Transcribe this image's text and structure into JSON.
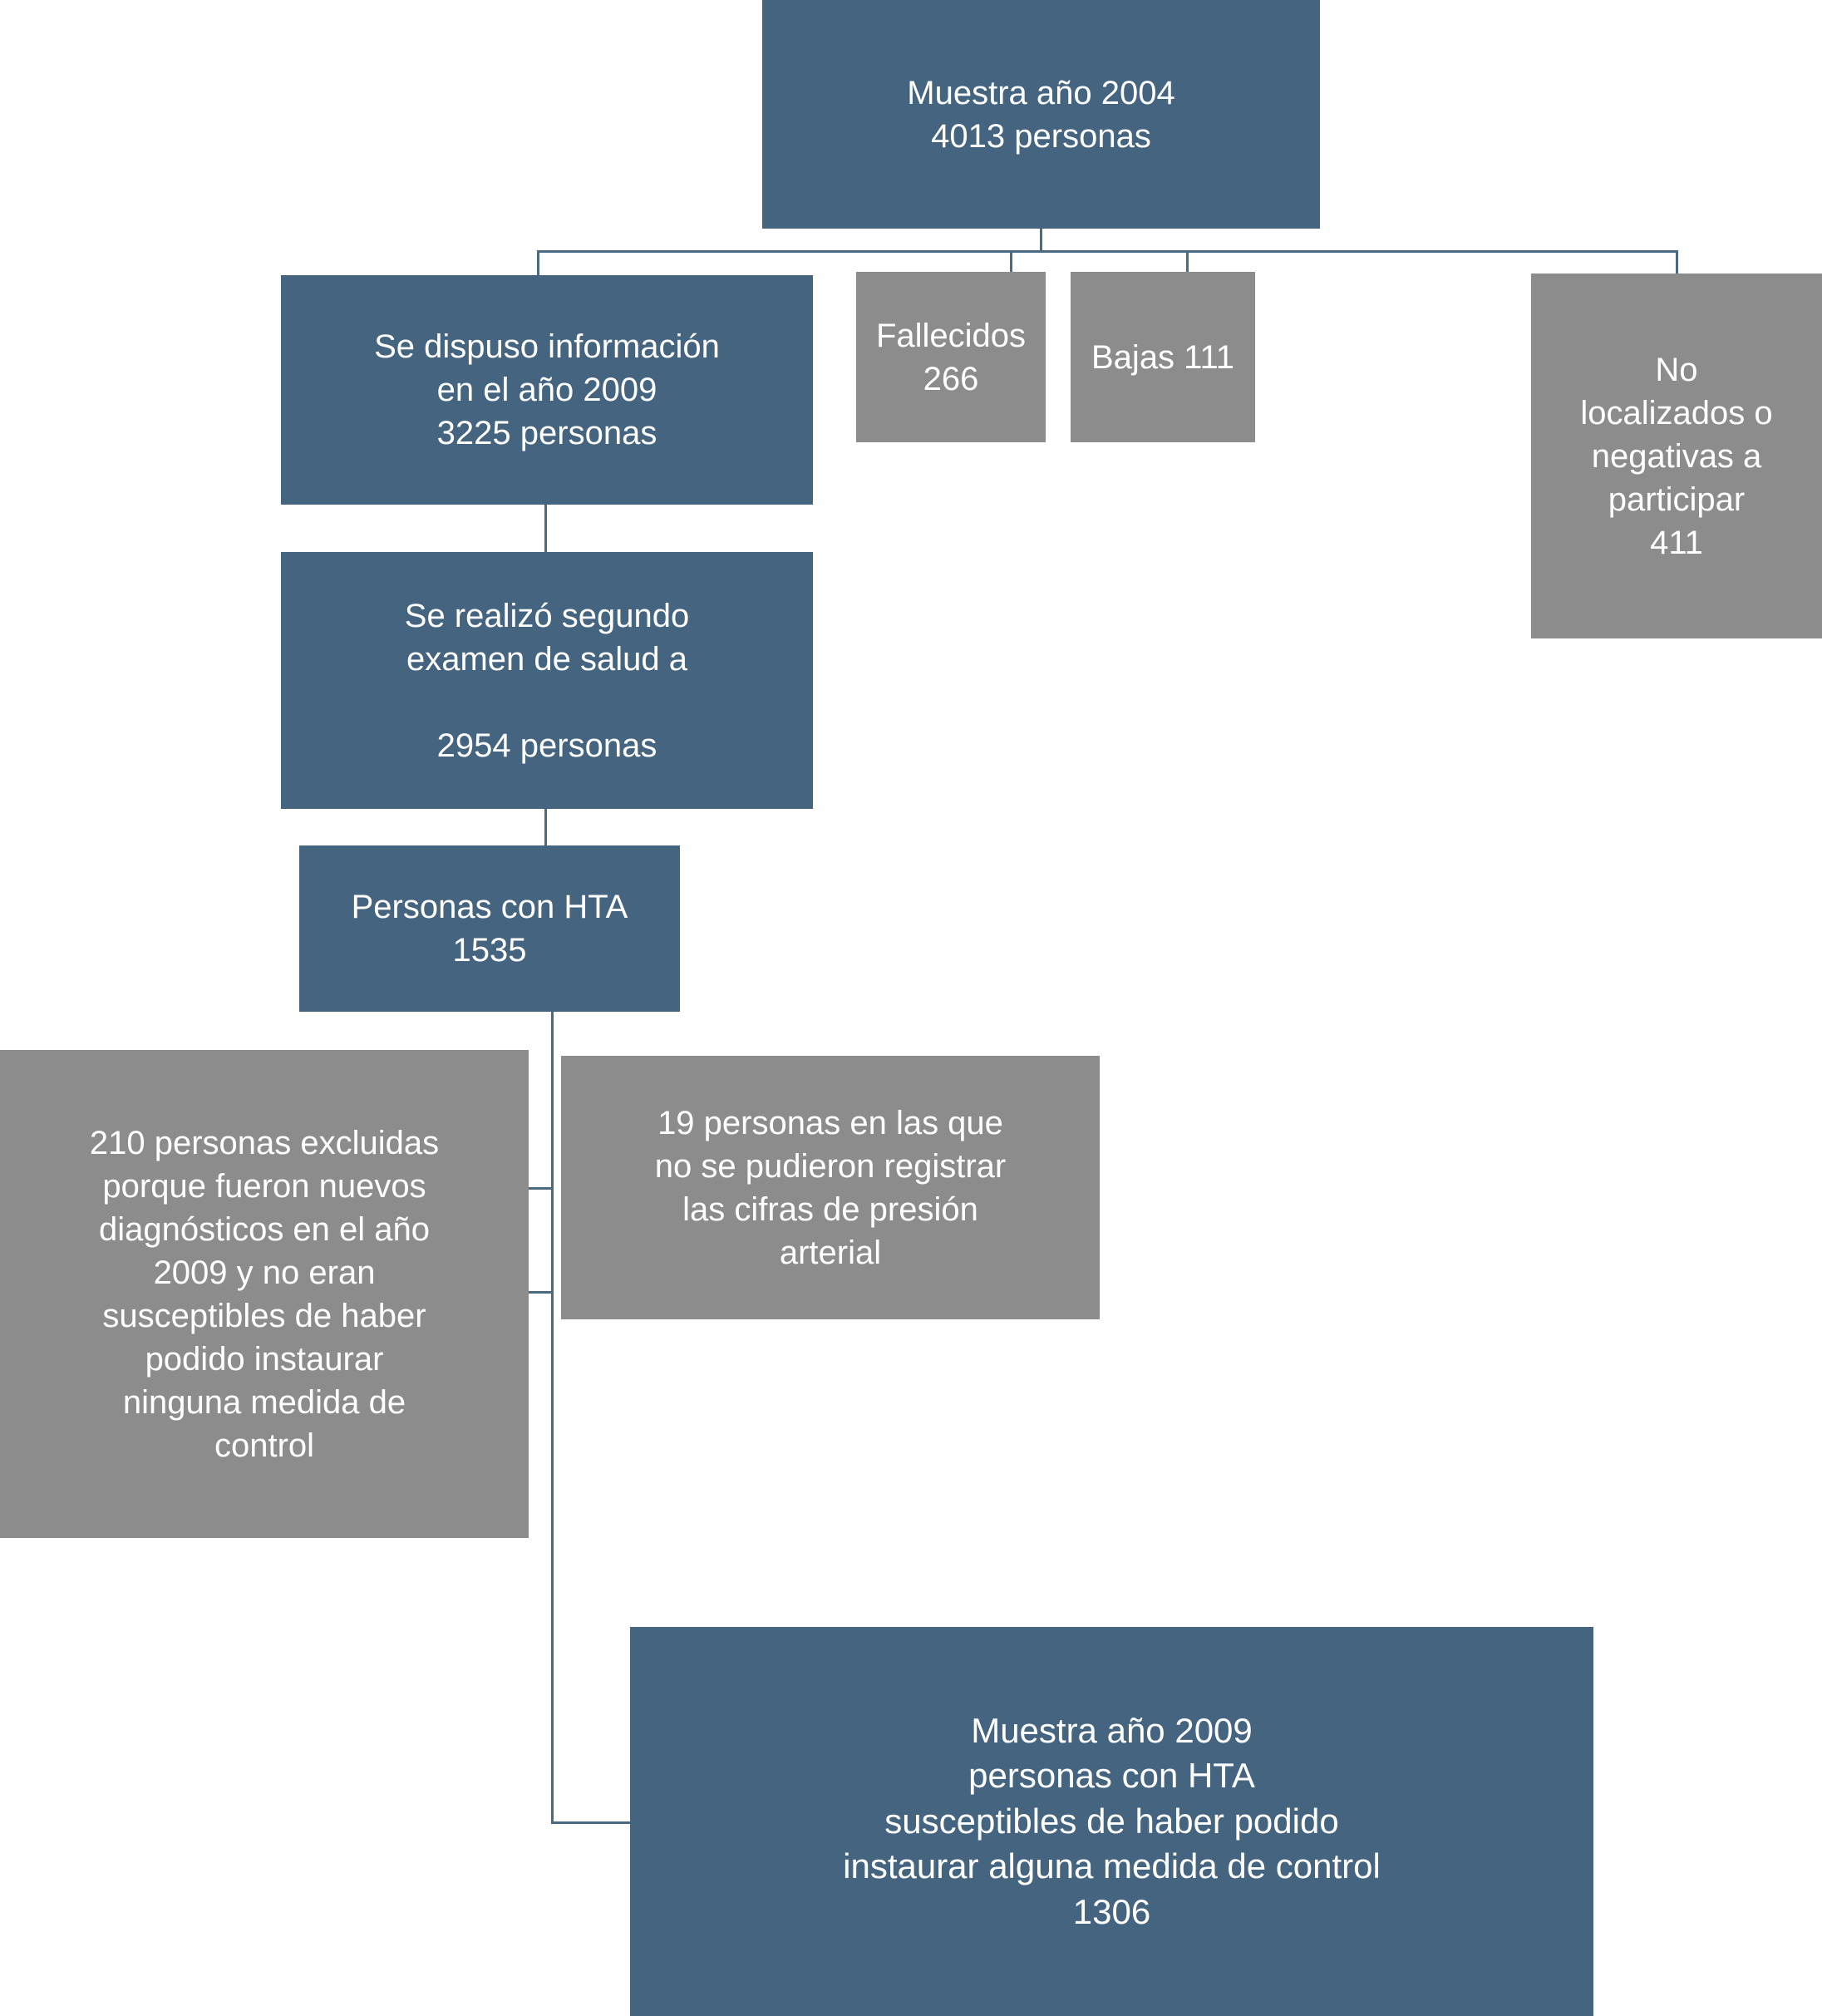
{
  "diagram": {
    "type": "flowchart",
    "title_text": "",
    "colors": {
      "blue_box": "#446480",
      "grey_box": "#8c8c8c",
      "connector": "#4a6a82",
      "text": "#ffffff",
      "background": "#ffffff"
    },
    "nodes": [
      {
        "id": "muestra-2004",
        "style": "blue",
        "text": "Muestra año 2004\n4013 personas",
        "value": 4013,
        "year": 2004
      },
      {
        "id": "informacion-2009",
        "style": "blue",
        "text": "Se dispuso información\nen el año 2009\n3225 personas",
        "value": 3225,
        "year": 2009
      },
      {
        "id": "fallecidos",
        "style": "grey",
        "text": "Fallecidos\n266",
        "value": 266
      },
      {
        "id": "bajas",
        "style": "grey",
        "text": "Bajas 111",
        "value": 111
      },
      {
        "id": "no-localizados",
        "style": "grey",
        "text": "No\nlocalizados o\nnegativas a\nparticipar\n411",
        "value": 411
      },
      {
        "id": "segundo-examen",
        "style": "blue",
        "text": "Se realizó segundo\nexamen de salud a\n\n2954 personas",
        "value": 2954
      },
      {
        "id": "personas-hta",
        "style": "blue",
        "text": "Personas con HTA\n1535",
        "value": 1535
      },
      {
        "id": "excluidas-210",
        "style": "grey",
        "text": "210 personas excluidas\nporque fueron nuevos\ndiagnósticos en el año\n2009 y no eran\nsusceptibles de haber\npodido instaurar\nninguna medida de\ncontrol",
        "value": 210
      },
      {
        "id": "sin-registro-19",
        "style": "grey",
        "text": "19 personas en las que\nno se pudieron registrar\nlas cifras de presión\narterial",
        "value": 19
      },
      {
        "id": "muestra-2009",
        "style": "blue",
        "text": "Muestra año 2009\npersonas con HTA\nsusceptibles de haber podido\ninstaurar alguna medida de control\n1306",
        "value": 1306,
        "year": 2009
      }
    ]
  }
}
